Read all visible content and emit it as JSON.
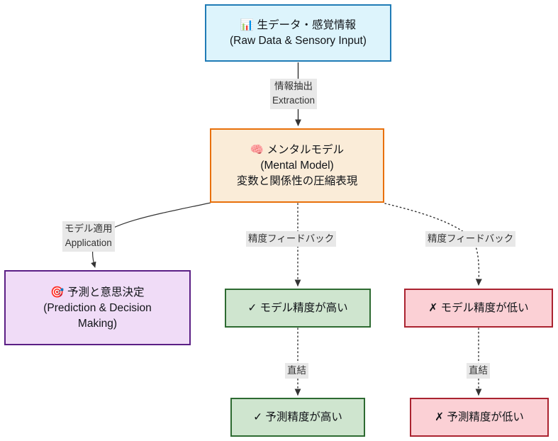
{
  "diagram": {
    "type": "flowchart",
    "direction": "top-down",
    "title": "Mental Model Accuracy Flow",
    "nodes": [
      {
        "id": "raw",
        "name": "raw-data-node",
        "icon": "bar-chart-icon",
        "icon_glyph": "📊",
        "lines": [
          "生データ・感覚情報",
          "(Raw Data & Sensory Input)"
        ],
        "fill": "#ddf4fc",
        "border": "#1f7bb6"
      },
      {
        "id": "model",
        "name": "mental-model-node",
        "icon": "brain-icon",
        "icon_glyph": "🧠",
        "lines": [
          "メンタルモデル",
          "(Mental Model)",
          "変数と関係性の圧縮表現"
        ],
        "fill": "#faecd8",
        "border": "#e8700a"
      },
      {
        "id": "prediction",
        "name": "prediction-decision-node",
        "icon": "target-icon",
        "icon_glyph": "🎯",
        "lines": [
          "予測と意思決定",
          "(Prediction & Decision",
          "Making)"
        ],
        "fill": "#f0dcf7",
        "border": "#5b1f85"
      },
      {
        "id": "model_high",
        "name": "model-accuracy-high-node",
        "icon": "check-icon",
        "icon_glyph": "✓",
        "lines": [
          "モデル精度が高い"
        ],
        "fill": "#cfe5cf",
        "border": "#2d6a31"
      },
      {
        "id": "model_low",
        "name": "model-accuracy-low-node",
        "icon": "cross-icon",
        "icon_glyph": "✗",
        "lines": [
          "モデル精度が低い"
        ],
        "fill": "#fbd0d5",
        "border": "#aa2330"
      },
      {
        "id": "pred_high",
        "name": "prediction-accuracy-high-node",
        "icon": "check-icon",
        "icon_glyph": "✓",
        "lines": [
          "予測精度が高い"
        ],
        "fill": "#cfe5cf",
        "border": "#2d6a31"
      },
      {
        "id": "pred_low",
        "name": "prediction-accuracy-low-node",
        "icon": "cross-icon",
        "icon_glyph": "✗",
        "lines": [
          "予測精度が低い"
        ],
        "fill": "#fbd0d5",
        "border": "#aa2330"
      }
    ],
    "edges": [
      {
        "from": "raw",
        "to": "model",
        "style": "solid",
        "label_lines": [
          "情報抽出",
          "Extraction"
        ]
      },
      {
        "from": "model",
        "to": "prediction",
        "style": "solid",
        "label_lines": [
          "モデル適用",
          "Application"
        ]
      },
      {
        "from": "model",
        "to": "model_high",
        "style": "dotted",
        "label_lines": [
          "精度フィードバック"
        ]
      },
      {
        "from": "model",
        "to": "model_low",
        "style": "dotted",
        "label_lines": [
          "精度フィードバック"
        ]
      },
      {
        "from": "model_high",
        "to": "pred_high",
        "style": "dotted",
        "label_lines": [
          "直結"
        ]
      },
      {
        "from": "model_low",
        "to": "pred_low",
        "style": "dotted",
        "label_lines": [
          "直結"
        ]
      }
    ]
  },
  "nodes": {
    "raw": {
      "icon": "📊",
      "line1": "生データ・感覚情報",
      "line2": "(Raw Data & Sensory Input)"
    },
    "model": {
      "icon": "🧠",
      "line1": "メンタルモデル",
      "line2": "(Mental Model)",
      "line3": "変数と関係性の圧縮表現"
    },
    "prediction": {
      "icon": "🎯",
      "line1": "予測と意思決定",
      "line2": "(Prediction & Decision",
      "line3": "Making)"
    },
    "model_high": {
      "icon": "✓",
      "line1": "モデル精度が高い"
    },
    "model_low": {
      "icon": "✗",
      "line1": "モデル精度が低い"
    },
    "pred_high": {
      "icon": "✓",
      "line1": "予測精度が高い"
    },
    "pred_low": {
      "icon": "✗",
      "line1": "予測精度が低い"
    }
  },
  "edge_labels": {
    "extraction_ja": "情報抽出",
    "extraction_en": "Extraction",
    "application_ja": "モデル適用",
    "application_en": "Application",
    "feedback_left": "精度フィードバック",
    "feedback_right": "精度フィードバック",
    "direct_left": "直結",
    "direct_right": "直結"
  },
  "colors": {
    "raw_fill": "#ddf4fc",
    "raw_border": "#1f7bb6",
    "model_fill": "#faecd8",
    "model_border": "#e8700a",
    "prediction_fill": "#f0dcf7",
    "prediction_border": "#5b1f85",
    "success_fill": "#cfe5cf",
    "success_border": "#2d6a31",
    "fail_fill": "#fbd0d5",
    "fail_border": "#aa2330",
    "edge_line": "#333333",
    "label_chip": "#e8e8e8",
    "background": "#ffffff"
  }
}
